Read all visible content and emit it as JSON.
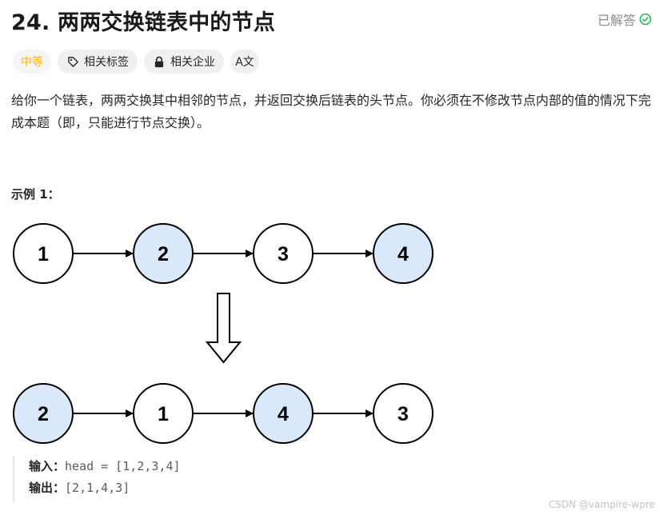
{
  "problem": {
    "title": "24. 两两交换链表中的节点",
    "status_label": "已解答"
  },
  "tags": {
    "difficulty": "中等",
    "related_tags": "相关标签",
    "related_companies": "相关企业",
    "translate": "A文"
  },
  "description": "给你一个链表，两两交换其中相邻的节点，并返回交换后链表的头节点。你必须在不修改节点内部的值的情况下完成本题（即，只能进行节点交换）。",
  "example": {
    "label": "示例 1：",
    "input_label": "输入：",
    "input_value": "head = [1,2,3,4]",
    "output_label": "输出：",
    "output_value": "[2,1,4,3]"
  },
  "diagram": {
    "top_nodes": [
      {
        "label": "1",
        "highlighted": false
      },
      {
        "label": "2",
        "highlighted": true
      },
      {
        "label": "3",
        "highlighted": false
      },
      {
        "label": "4",
        "highlighted": true
      }
    ],
    "bottom_nodes": [
      {
        "label": "2",
        "highlighted": true
      },
      {
        "label": "1",
        "highlighted": false
      },
      {
        "label": "4",
        "highlighted": true
      },
      {
        "label": "3",
        "highlighted": false
      }
    ]
  },
  "colors": {
    "highlight_fill": "#dae8fc",
    "normal_fill": "#ffffff",
    "status_check": "#2db55d",
    "difficulty": "#ffb800"
  },
  "watermark": "CSDN @vampire-wpre"
}
